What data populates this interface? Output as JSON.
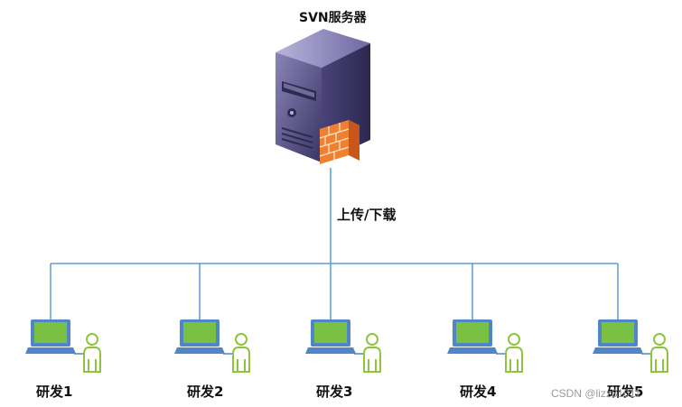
{
  "diagram": {
    "server": {
      "label": "SVN服务器",
      "icon": "server-icon",
      "firewall_icon": "firewall-icon"
    },
    "link_label": "上传/下载",
    "clients": [
      {
        "label": "研发1"
      },
      {
        "label": "研发2"
      },
      {
        "label": "研发3"
      },
      {
        "label": "研发4"
      },
      {
        "label": "研发5"
      }
    ],
    "colors": {
      "line": "#5b9bd5",
      "laptop_frame": "#4f86c6",
      "laptop_screen": "#7ac043",
      "user_icon": "#8dc53e",
      "server_body": "#3e3768",
      "firewall": "#f08030"
    }
  },
  "watermark": "CSDN @lizz31011"
}
